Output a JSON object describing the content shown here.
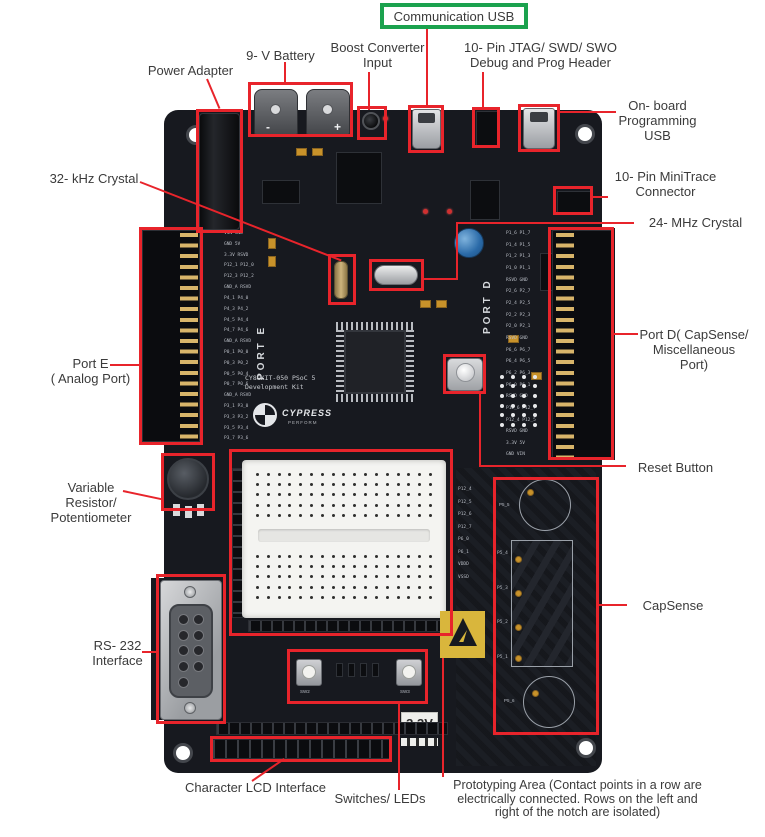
{
  "colors": {
    "highlight_red": "#e8242b",
    "green_box_border": "#1ba24e",
    "label_text": "#3b3b3b",
    "board_black": "#17191f",
    "silkscreen_white": "#d6d9dd",
    "pin_gold": "#d8b56a",
    "esd_sticker_yellow": "#d9b63c"
  },
  "callouts": {
    "communication_usb": {
      "label": "Communication USB"
    },
    "boost_converter": {
      "line1": "Boost Converter",
      "line2": "Input"
    },
    "jtag_header": {
      "line1": "10- Pin JTAG/ SWD/ SWO",
      "line2": "Debug and Prog Header"
    },
    "battery": {
      "label": "9- V Battery"
    },
    "power_adapter": {
      "label": "Power Adapter"
    },
    "onboard_usb": {
      "line1": "On- board",
      "line2": "Programming",
      "line3": "USB"
    },
    "minitrace": {
      "line1": "10- Pin MiniTrace",
      "line2": "Connector"
    },
    "crystal_24mhz": {
      "label": "24- MHz Crystal"
    },
    "crystal_32khz": {
      "label": "32- kHz Crystal"
    },
    "port_e": {
      "line1": "Port E",
      "line2": "( Analog Port)"
    },
    "port_d": {
      "line1": "Port D( CapSense/",
      "line2": "Miscellaneous",
      "line3": "Port)"
    },
    "reset_button": {
      "label": "Reset Button"
    },
    "variable_resistor": {
      "line1": "Variable",
      "line2": "Resistor/",
      "line3": "Potentiometer"
    },
    "capsense": {
      "label": "CapSense"
    },
    "rs232": {
      "line1": "RS- 232",
      "line2": "Interface"
    },
    "lcd": {
      "label": "Character LCD Interface"
    },
    "switches_leds": {
      "label": "Switches/ LEDs"
    },
    "prototyping": {
      "line1": "Prototyping Area (Contact points in a row are",
      "line2": "electrically connected. Rows on the left and",
      "line3": "right of the notch are isolated)"
    }
  },
  "board": {
    "silkscreen": {
      "port_e": "PORT E",
      "port_d": "PORT D",
      "kit_line1": "CY8CKIT-050 PSoC 5",
      "kit_line2": "Development Kit",
      "brand": "CYPRESS",
      "brand_sub": "PERFORM",
      "voltage_label": "3.3V",
      "battery_minus": "-",
      "battery_plus": "+",
      "switch_label_left": "SW2",
      "switch_label_right": "SW3"
    },
    "port_e_pins": [
      "VIN GND",
      "GND 5V",
      "3.3V RSVD",
      "P12_1 P12_0",
      "P12_3 P12_2",
      "GND_A RSVD",
      "P4_1 P4_0",
      "P4_3 P4_2",
      "P4_5 P4_4",
      "P4_7 P4_6",
      "GND_A RSVD",
      "P0_1 P0_0",
      "P0_3 P0_2",
      "P0_5 P0_4",
      "P0_7 P0_6",
      "GND_A RSVD",
      "P3_1 P3_0",
      "P3_3 P3_2",
      "P3_5 P3_4",
      "P3_7 P3_6"
    ],
    "port_d_pins": [
      "P1_6 P1_7",
      "P1_4 P1_5",
      "P1_2 P1_3",
      "P1_0 P1_1",
      "RSVD GND",
      "P2_6 P2_7",
      "P2_4 P2_5",
      "P2_2 P2_3",
      "P2_0 P2_1",
      "RSVD GND",
      "P6_6 P6_7",
      "P6_4 P6_5",
      "P6_2 P6_3",
      "P6_0 P6_1",
      "RSVD GND",
      "P12_6 P12_7",
      "P12_4 P12_5",
      "RSVD GND",
      "3.3V 5V",
      "GND VIN"
    ],
    "left_pin_labels": [
      "P12_4",
      "P12_5",
      "P12_6",
      "P12_7",
      "P6_0",
      "P6_1",
      "VDDD",
      "VSSD"
    ],
    "capsense_labels": {
      "top": "P5_5",
      "slider": [
        "P5_4",
        "P5_3",
        "P5_2",
        "P5_1"
      ],
      "bottom": "P5_6"
    },
    "breadboard_grid": {
      "rows": 5,
      "cols": 17
    },
    "testpoint_grid": {
      "rows": 6,
      "cols": 4
    },
    "jtag_grid": {
      "rows": 5,
      "cols": 2
    },
    "minitrace_grid": {
      "rows": 2,
      "cols": 5
    },
    "db9_grid": {
      "rows": 5,
      "cols": 2
    }
  }
}
